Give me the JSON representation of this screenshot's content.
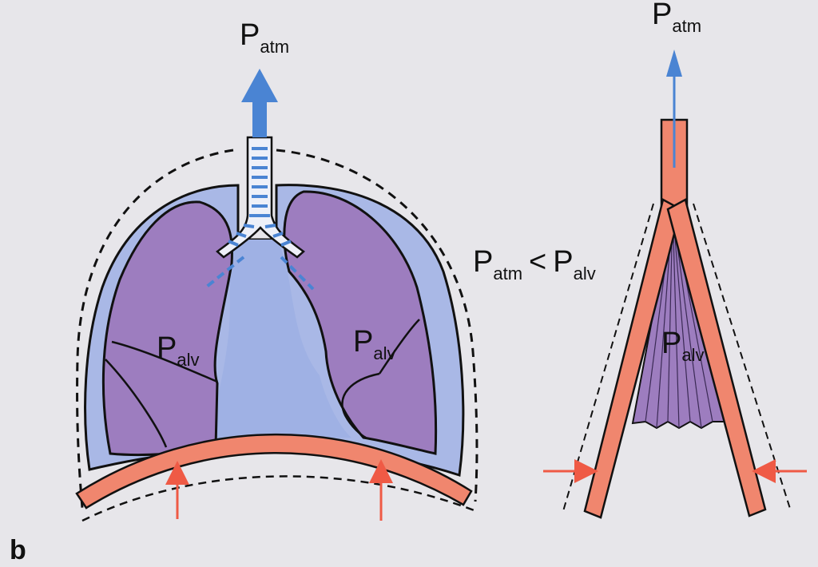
{
  "figure": {
    "panel_label": "b",
    "labels": {
      "p_atm_left": {
        "main": "P",
        "sub": "atm"
      },
      "p_atm_right": {
        "main": "P",
        "sub": "atm"
      },
      "p_alv_left": {
        "main": "P",
        "sub": "alv"
      },
      "p_alv_right_lung": {
        "main": "P",
        "sub": "alv"
      },
      "p_alv_bellows": {
        "main": "P",
        "sub": "alv"
      },
      "comparison": {
        "left_main": "P",
        "left_sub": "atm",
        "operator": "<",
        "right_main": "P",
        "right_sub": "alv"
      }
    }
  },
  "colors": {
    "background": "#e7e6ea",
    "pleura_blue": "#a9b8e6",
    "lung_purple": "#9d7dbf",
    "diaphragm_salmon": "#f0866e",
    "airflow_arrow_blue": "#4a84d3",
    "force_arrow_red": "#ef5a45"
  }
}
